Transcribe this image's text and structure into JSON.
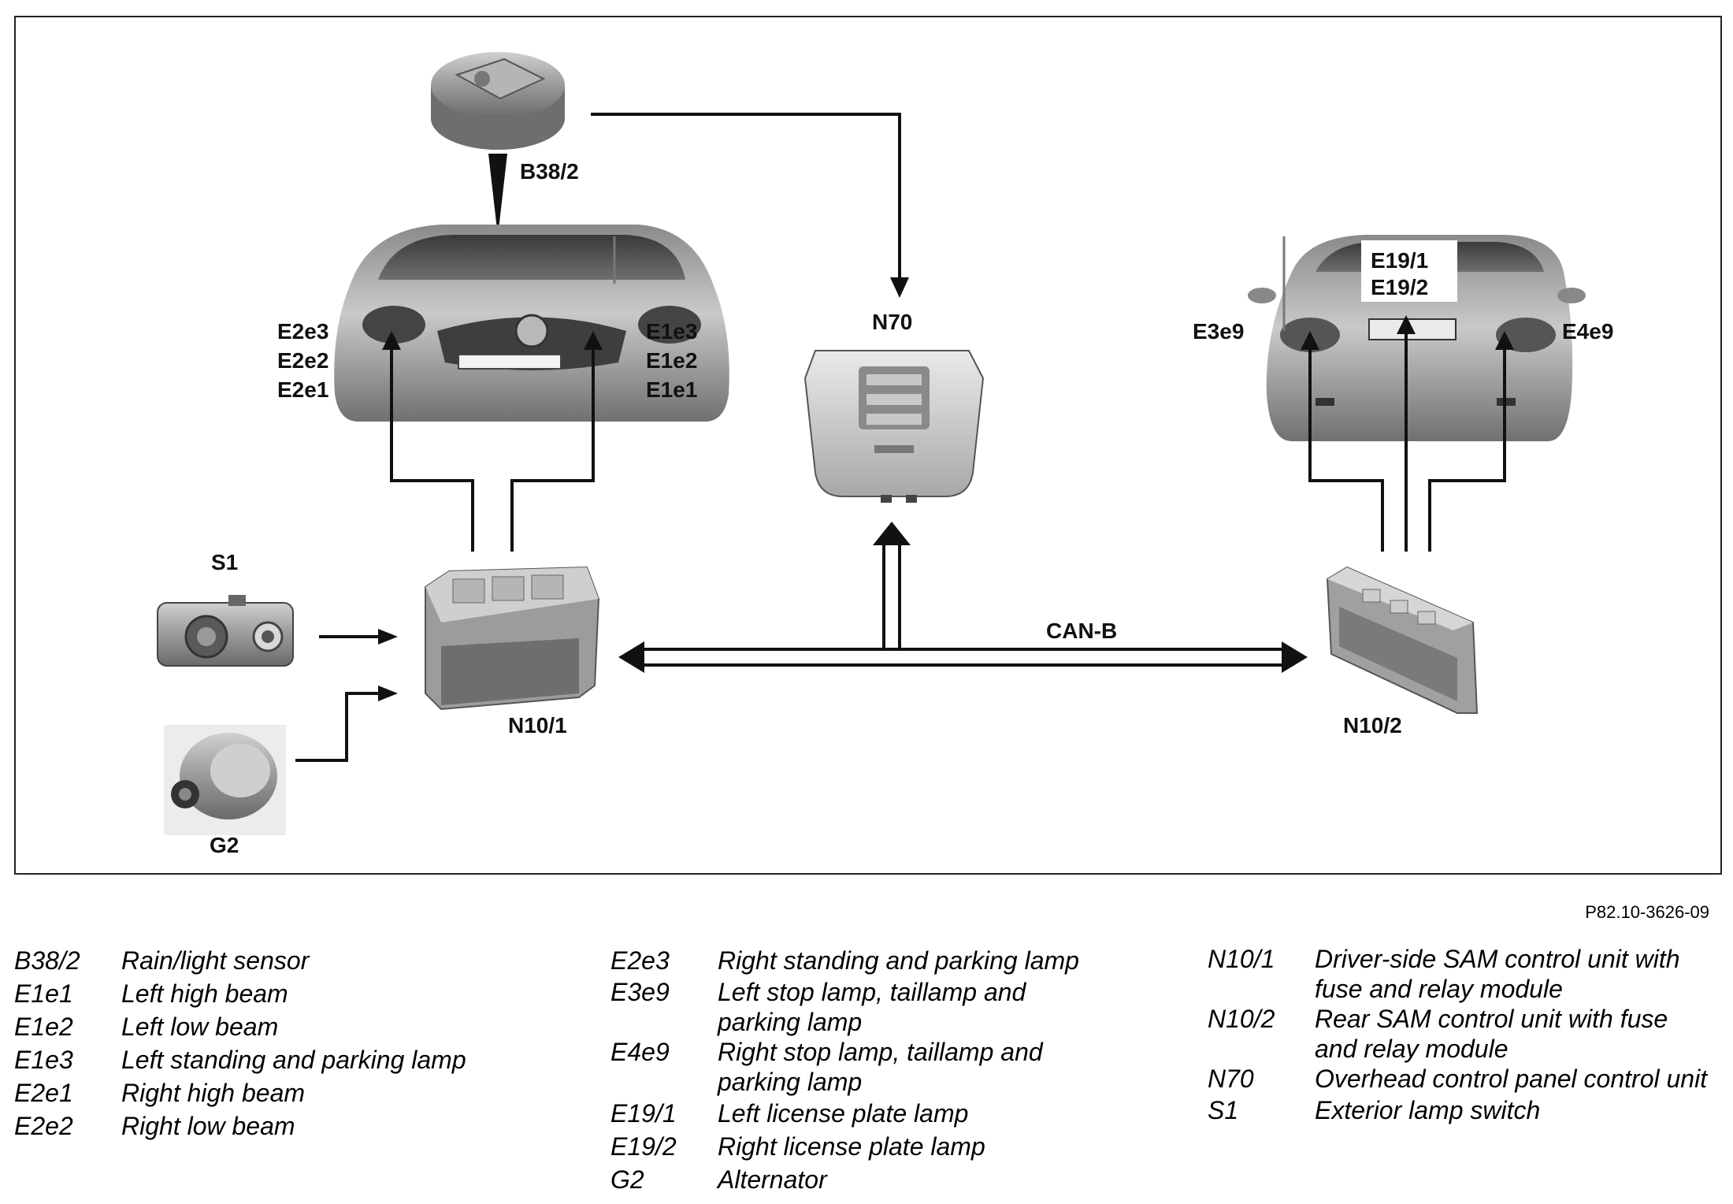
{
  "components": {
    "b38_2": "B38/2",
    "n70": "N70",
    "s1": "S1",
    "g2": "G2",
    "n10_1": "N10/1",
    "n10_2": "N10/2",
    "can_b": "CAN-B",
    "front_left": [
      "E2e3",
      "E2e2",
      "E2e1"
    ],
    "front_right": [
      "E1e3",
      "E1e2",
      "E1e1"
    ],
    "rear_plate": [
      "E19/1",
      "E19/2"
    ],
    "rear_left": "E3e9",
    "rear_right": "E4e9"
  },
  "reference_code": "P82.10-3626-09",
  "legend": {
    "col1": [
      {
        "code": "B38/2",
        "desc": "Rain/light sensor"
      },
      {
        "code": "E1e1",
        "desc": "Left high beam"
      },
      {
        "code": "E1e2",
        "desc": "Left low beam"
      },
      {
        "code": "E1e3",
        "desc": "Left standing and parking lamp"
      },
      {
        "code": "E2e1",
        "desc": "Right high beam"
      },
      {
        "code": "E2e2",
        "desc": "Right low beam"
      }
    ],
    "col2": [
      {
        "code": "E2e3",
        "desc": "Right standing and parking lamp"
      },
      {
        "code": "E3e9",
        "desc": "Left stop lamp, taillamp and parking lamp"
      },
      {
        "code": "E4e9",
        "desc": "Right stop lamp, taillamp and parking lamp"
      },
      {
        "code": "E19/1",
        "desc": "Left license plate lamp"
      },
      {
        "code": "E19/2",
        "desc": "Right license plate lamp"
      },
      {
        "code": "G2",
        "desc": "Alternator"
      }
    ],
    "col3": [
      {
        "code": "N10/1",
        "desc": "Driver-side SAM control unit with fuse and relay module"
      },
      {
        "code": "N10/2",
        "desc": "Rear SAM control unit with fuse and relay module"
      },
      {
        "code": "N70",
        "desc": "Overhead control panel control unit"
      },
      {
        "code": "S1",
        "desc": "Exterior lamp switch"
      }
    ]
  }
}
